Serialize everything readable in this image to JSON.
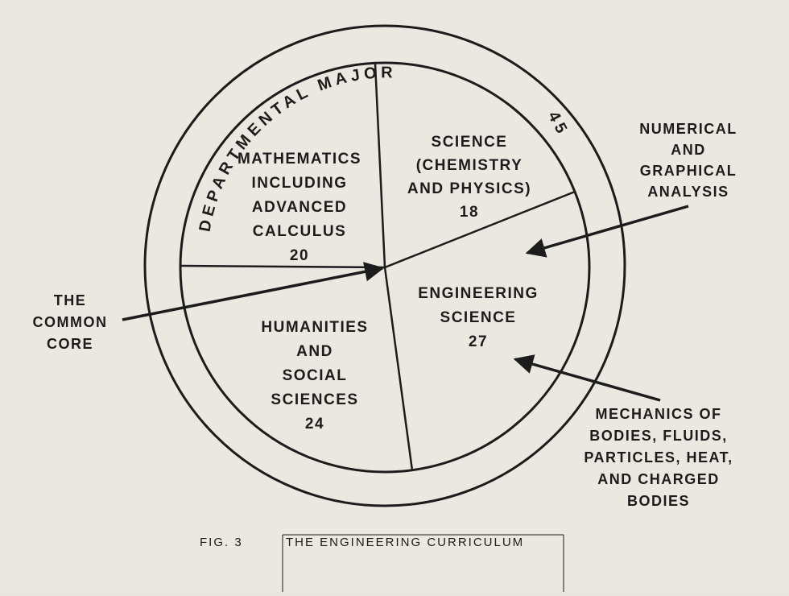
{
  "diagram": {
    "outer_ring": {
      "label": "DEPARTMENTAL MAJOR",
      "value": "45"
    },
    "segments": [
      {
        "id": "mathematics",
        "lines": [
          "MATHEMATICS",
          "INCLUDING",
          "ADVANCED",
          "CALCULUS"
        ],
        "value": "20"
      },
      {
        "id": "science",
        "lines": [
          "SCIENCE",
          "(CHEMISTRY",
          "AND PHYSICS)"
        ],
        "value": "18"
      },
      {
        "id": "engineering-science",
        "lines": [
          "ENGINEERING",
          "SCIENCE"
        ],
        "value": "27"
      },
      {
        "id": "humanities",
        "lines": [
          "HUMANITIES",
          "AND",
          "SOCIAL",
          "SCIENCES"
        ],
        "value": "24"
      }
    ],
    "callouts": [
      {
        "id": "numerical-analysis",
        "lines": [
          "NUMERICAL",
          "AND",
          "GRAPHICAL",
          "ANALYSIS"
        ]
      },
      {
        "id": "common-core",
        "lines": [
          "THE",
          "COMMON",
          "CORE"
        ]
      },
      {
        "id": "mechanics",
        "lines": [
          "MECHANICS OF",
          "BODIES, FLUIDS,",
          "PARTICLES, HEAT,",
          "AND CHARGED",
          "BODIES"
        ]
      }
    ]
  },
  "caption": {
    "figure": "FIG. 3",
    "title": "THE ENGINEERING CURRICULUM"
  }
}
